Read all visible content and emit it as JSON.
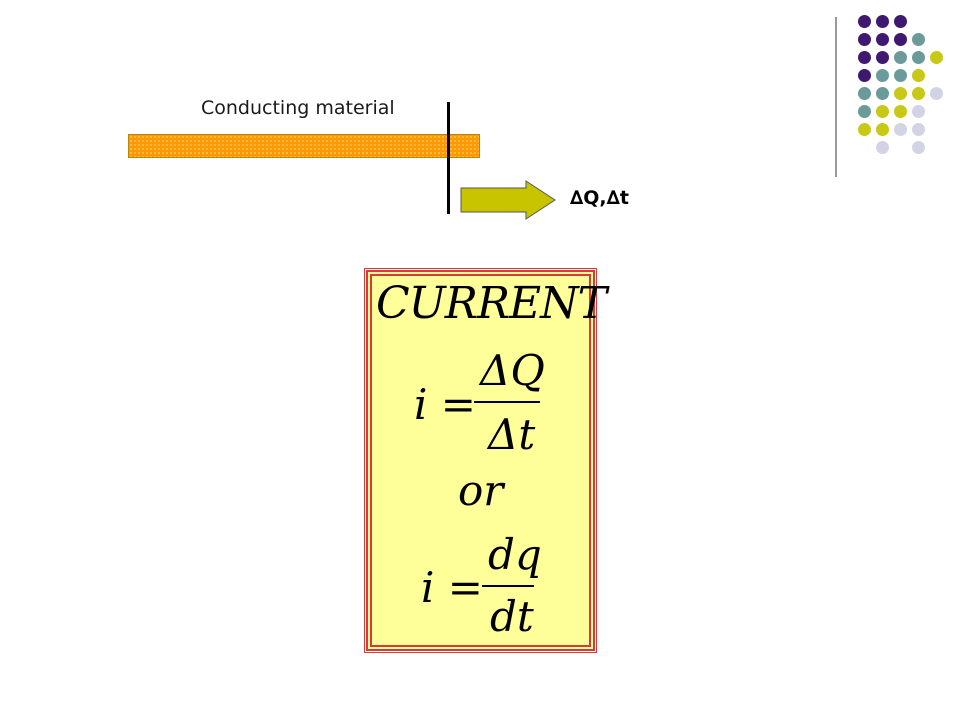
{
  "diagram": {
    "material_label": "Conducting material",
    "arrow_label": "∆Q,∆t",
    "colors": {
      "bar": "#ff9900",
      "arrow": "#c8c400",
      "box_fill": "#ffff99",
      "box_border": "#d63a3a"
    }
  },
  "formula_box": {
    "title": "CURRENT",
    "eq1": {
      "lhs": "i =",
      "numerator": "ΔQ",
      "denominator": "Δt"
    },
    "or_text": "or",
    "eq2": {
      "lhs": "i =",
      "numerator": "dq",
      "denominator": "dt"
    }
  },
  "decoration": {
    "dot_colors": {
      "purple": "#3f1870",
      "teal": "#6b9a9a",
      "olive": "#c8c817",
      "lavender": "#d3d3e6"
    }
  }
}
